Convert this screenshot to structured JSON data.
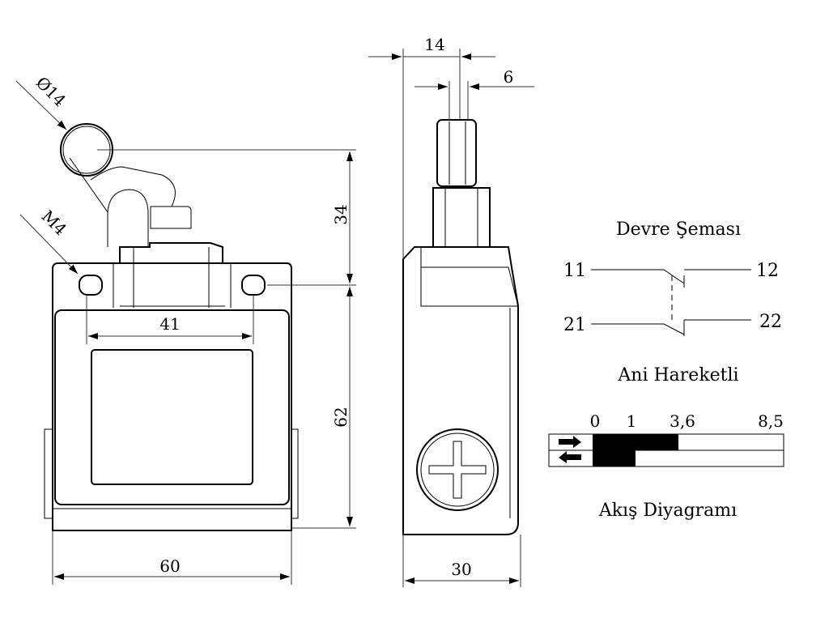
{
  "front_view": {
    "dim_width": "60",
    "dim_hole_spacing": "41",
    "dim_lever_height": "34",
    "dim_body_height": "62",
    "roller_diameter": "Ø14",
    "thread": "M4"
  },
  "side_view": {
    "dim_roller_offset": "14",
    "dim_roller_width": "6",
    "dim_depth": "30"
  },
  "circuit": {
    "title": "Devre Şeması",
    "terminals": [
      "11",
      "12",
      "21",
      "22"
    ],
    "subtitle": "Ani Hareketli"
  },
  "flow_diagram": {
    "title": "Akış Diyagramı",
    "ticks": [
      "0",
      "1",
      "3,6",
      "8,5"
    ],
    "nc_contact_open_at": 3.6,
    "no_contact_closed_at": 1,
    "travel_max": 8.5
  }
}
